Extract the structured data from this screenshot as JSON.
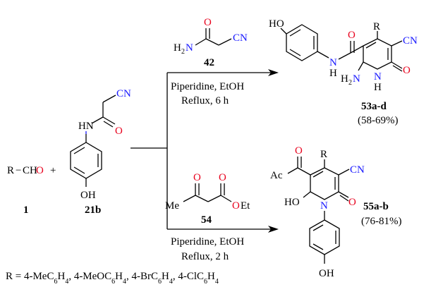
{
  "reactants": {
    "aldehyde": {
      "r": "R",
      "dash": "−",
      "ch": "CH",
      "o": "O",
      "label": "1"
    },
    "plus": "+",
    "amide": {
      "label": "21b",
      "nh": "HN",
      "cn": "CN",
      "oh": "OH",
      "carbonyl_o": "O"
    }
  },
  "reagent_42": {
    "label": "42",
    "h2n": "H",
    "h2n_sub": "2",
    "h2n_n": "N",
    "o": "O",
    "cn": "CN"
  },
  "reagent_54": {
    "label": "54",
    "me": "Me",
    "o1": "O",
    "o2": "O",
    "oet_o": "O",
    "oet_et": "Et"
  },
  "conditions_top": {
    "line1": "Piperidine, EtOH",
    "line2": "Reflux, 6 h"
  },
  "conditions_bottom": {
    "line1": "Piperidine, EtOH",
    "line2": "Reflux, 2 h"
  },
  "product_53": {
    "label": "53a-d",
    "yield": "(58-69%)",
    "ho": "HO",
    "nh_n": "N",
    "nh_h": "H",
    "amide_o": "O",
    "r": "R",
    "cn": "CN",
    "h2n_h": "H",
    "h2n_sub": "2",
    "h2n_n": "N",
    "ring_n": "N",
    "ring_h": "H",
    "ring_o": "O"
  },
  "product_55": {
    "label": "55a-b",
    "yield": "(76-81%)",
    "acyl_o": "O",
    "ac": "Ac",
    "r": "R",
    "cn": "CN",
    "ho": "HO",
    "ring_n": "N",
    "ring_o": "O",
    "oh": "OH"
  },
  "r_groups": {
    "prefix": "R = 4-MeC",
    "items": [
      "4-MeC6H4",
      "4-MeOC6H4",
      "4-BrC6H4",
      "4-ClC6H4"
    ]
  }
}
